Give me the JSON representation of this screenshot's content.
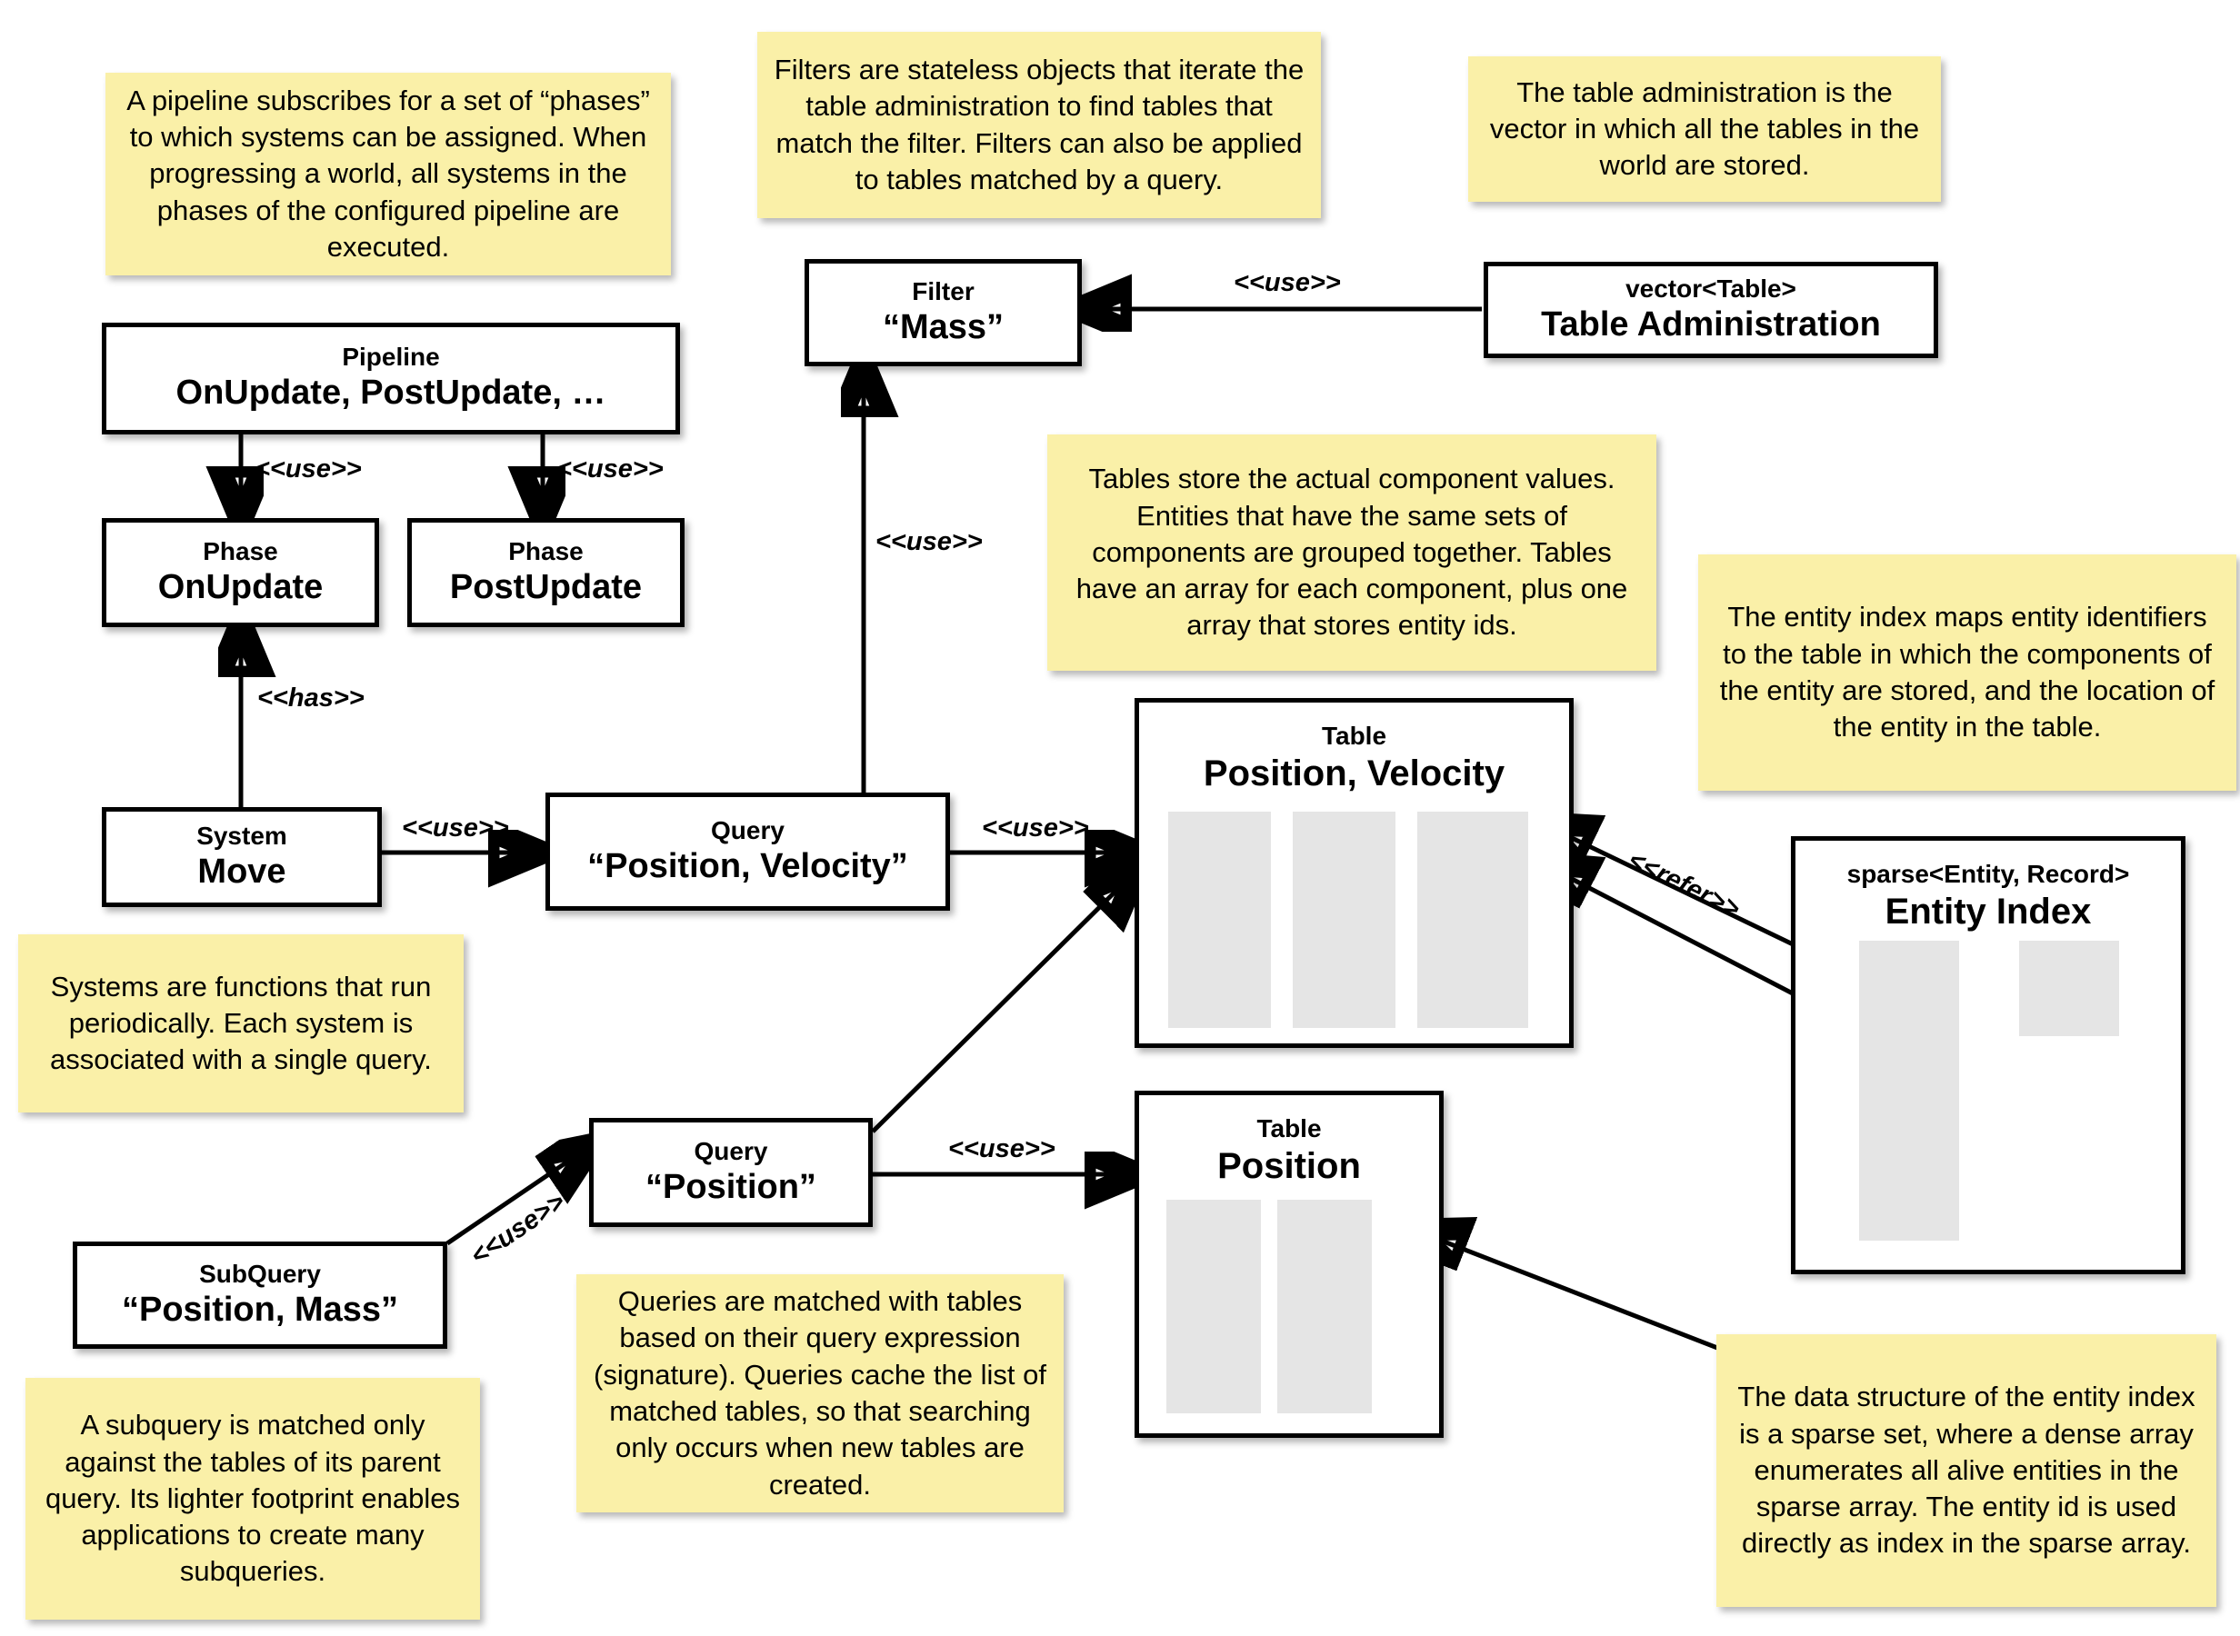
{
  "diagram": {
    "title": "Flecs ECS architecture diagram",
    "colors": {
      "note_background": "#faf0a8",
      "box_background": "#ffffff",
      "box_border": "#000000",
      "array_column": "#e5e5e5",
      "canvas": "#ffffff"
    }
  },
  "notes": [
    {
      "id": "pipeline-note",
      "text": "A pipeline subscribes for a set of “phases” to which systems can be assigned. When progressing a world, all systems in the phases of the configured pipeline are executed."
    },
    {
      "id": "filter-note",
      "text": "Filters are stateless objects that iterate the table administration to find tables that match the filter. Filters can also be applied to tables matched by a query."
    },
    {
      "id": "table-admin-note",
      "text": "The table administration is the vector in which all the tables in the world are stored."
    },
    {
      "id": "table-note",
      "text": "Tables store the actual component values. Entities that have the same sets of components are grouped together. Tables have an array for each component, plus one array that stores entity ids."
    },
    {
      "id": "entity-index-note",
      "text": "The entity index maps entity identifiers to the table in which the components of the entity are stored, and the location of the entity in the table."
    },
    {
      "id": "system-note",
      "text": "Systems are functions that run periodically. Each system is associated with a single query."
    },
    {
      "id": "query-note",
      "text": "Queries are matched with tables based on their query expression (signature). Queries cache the list of matched tables, so that searching only occurs when new tables are created."
    },
    {
      "id": "subquery-note",
      "text": "A subquery is matched only against the tables of its parent query. Its lighter footprint enables applications to create many subqueries."
    },
    {
      "id": "sparse-note",
      "text": "The data structure of the entity index is a sparse set, where a dense array enumerates all alive entities in the sparse array. The entity id is used directly as index in the sparse array."
    }
  ],
  "boxes": [
    {
      "id": "pipeline",
      "stereotype": "Pipeline",
      "name": "OnUpdate, PostUpdate, …"
    },
    {
      "id": "phase-onupdate",
      "stereotype": "Phase",
      "name": "OnUpdate"
    },
    {
      "id": "phase-postupdate",
      "stereotype": "Phase",
      "name": "PostUpdate"
    },
    {
      "id": "system-move",
      "stereotype": "System",
      "name": "Move"
    },
    {
      "id": "query-pv",
      "stereotype": "Query",
      "name": "“Position, Velocity”"
    },
    {
      "id": "query-p",
      "stereotype": "Query",
      "name": "“Position”"
    },
    {
      "id": "subquery-pm",
      "stereotype": "SubQuery",
      "name": "“Position, Mass”"
    },
    {
      "id": "filter-mass",
      "stereotype": "Filter",
      "name": "“Mass”"
    },
    {
      "id": "table-admin",
      "stereotype": "vector<Table>",
      "name": "Table Administration"
    },
    {
      "id": "table-pv",
      "stereotype": "Table",
      "name": "Position, Velocity"
    },
    {
      "id": "table-p",
      "stereotype": "Table",
      "name": "Position"
    },
    {
      "id": "entity-index",
      "stereotype": "sparse<Entity, Record>",
      "name": "Entity Index"
    }
  ],
  "edge_labels": {
    "use": "<<use>>",
    "has": "<<has>>",
    "refer": "<<refer>>"
  },
  "edges": [
    {
      "from": "pipeline",
      "to": "phase-onupdate",
      "label": "<<use>>"
    },
    {
      "from": "pipeline",
      "to": "phase-postupdate",
      "label": "<<use>>"
    },
    {
      "from": "system-move",
      "to": "phase-onupdate",
      "label": "<<has>>"
    },
    {
      "from": "system-move",
      "to": "query-pv",
      "label": "<<use>>"
    },
    {
      "from": "query-pv",
      "to": "filter-mass",
      "label": "<<use>>"
    },
    {
      "from": "table-admin",
      "to": "filter-mass",
      "label": "<<use>>"
    },
    {
      "from": "query-pv",
      "to": "table-pv",
      "label": "<<use>>"
    },
    {
      "from": "query-p",
      "to": "table-p",
      "label": "<<use>>"
    },
    {
      "from": "query-p",
      "to": "table-pv",
      "label": ""
    },
    {
      "from": "subquery-pm",
      "to": "query-p",
      "label": "<<use>>"
    },
    {
      "from": "entity-index",
      "to": "table-pv",
      "label": "<<refer>>"
    },
    {
      "from": "entity-index",
      "to": "table-p",
      "label": ""
    }
  ],
  "table_columns": {
    "table-pv": 3,
    "table-p": 2,
    "entity-index": 2
  }
}
